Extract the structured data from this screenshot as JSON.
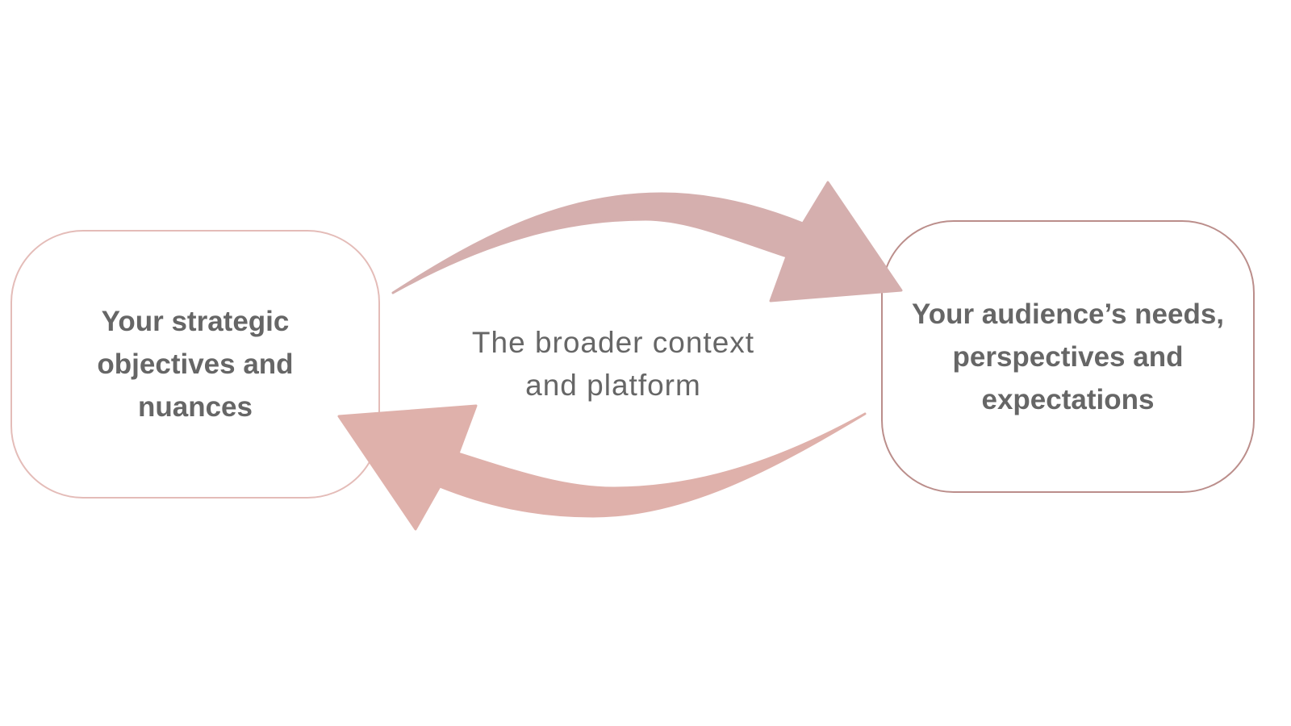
{
  "left_box": {
    "lines": [
      "Your strategic",
      "objectives and",
      "nuances"
    ]
  },
  "right_box": {
    "lines": [
      "Your audience’s needs,",
      "perspectives and",
      "expectations"
    ]
  },
  "center": {
    "lines": [
      "The broader context",
      "and platform"
    ]
  },
  "colors": {
    "top_arrow": "#d5afae",
    "bottom_arrow": "#dfb1ab",
    "left_border": "#e4bcb8",
    "right_border": "#bb8e8b",
    "text": "#666666"
  }
}
